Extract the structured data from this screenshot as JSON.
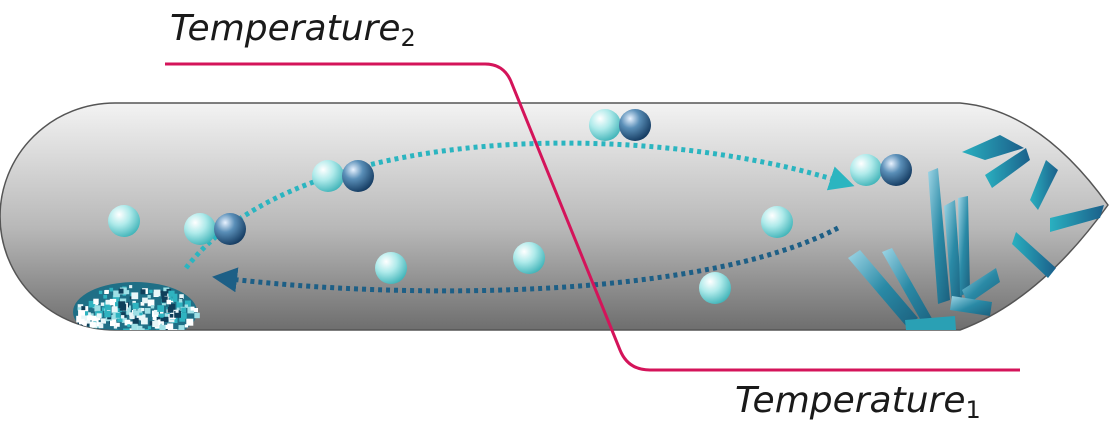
{
  "labels": {
    "temperature_2": {
      "text": "Temperature",
      "subscript": "2"
    },
    "temperature_1": {
      "text": "Temperature",
      "subscript": "1"
    }
  },
  "colors": {
    "temperature_line": "#d4145a",
    "forward_arrow": "#2bb5c0",
    "return_arrow": "#1d5f86",
    "tube_light": "#f2f2f2",
    "tube_dark": "#6f6f6f",
    "single_atom": "#8fe0e0",
    "paired_atom": "#2c5f8a",
    "crystal": "#2a8aa6"
  },
  "icons": {
    "source": "powder-source-icon",
    "crystals": "crystal-cluster-icon",
    "molecule": "atom-pair-icon",
    "atom": "atom-icon"
  }
}
